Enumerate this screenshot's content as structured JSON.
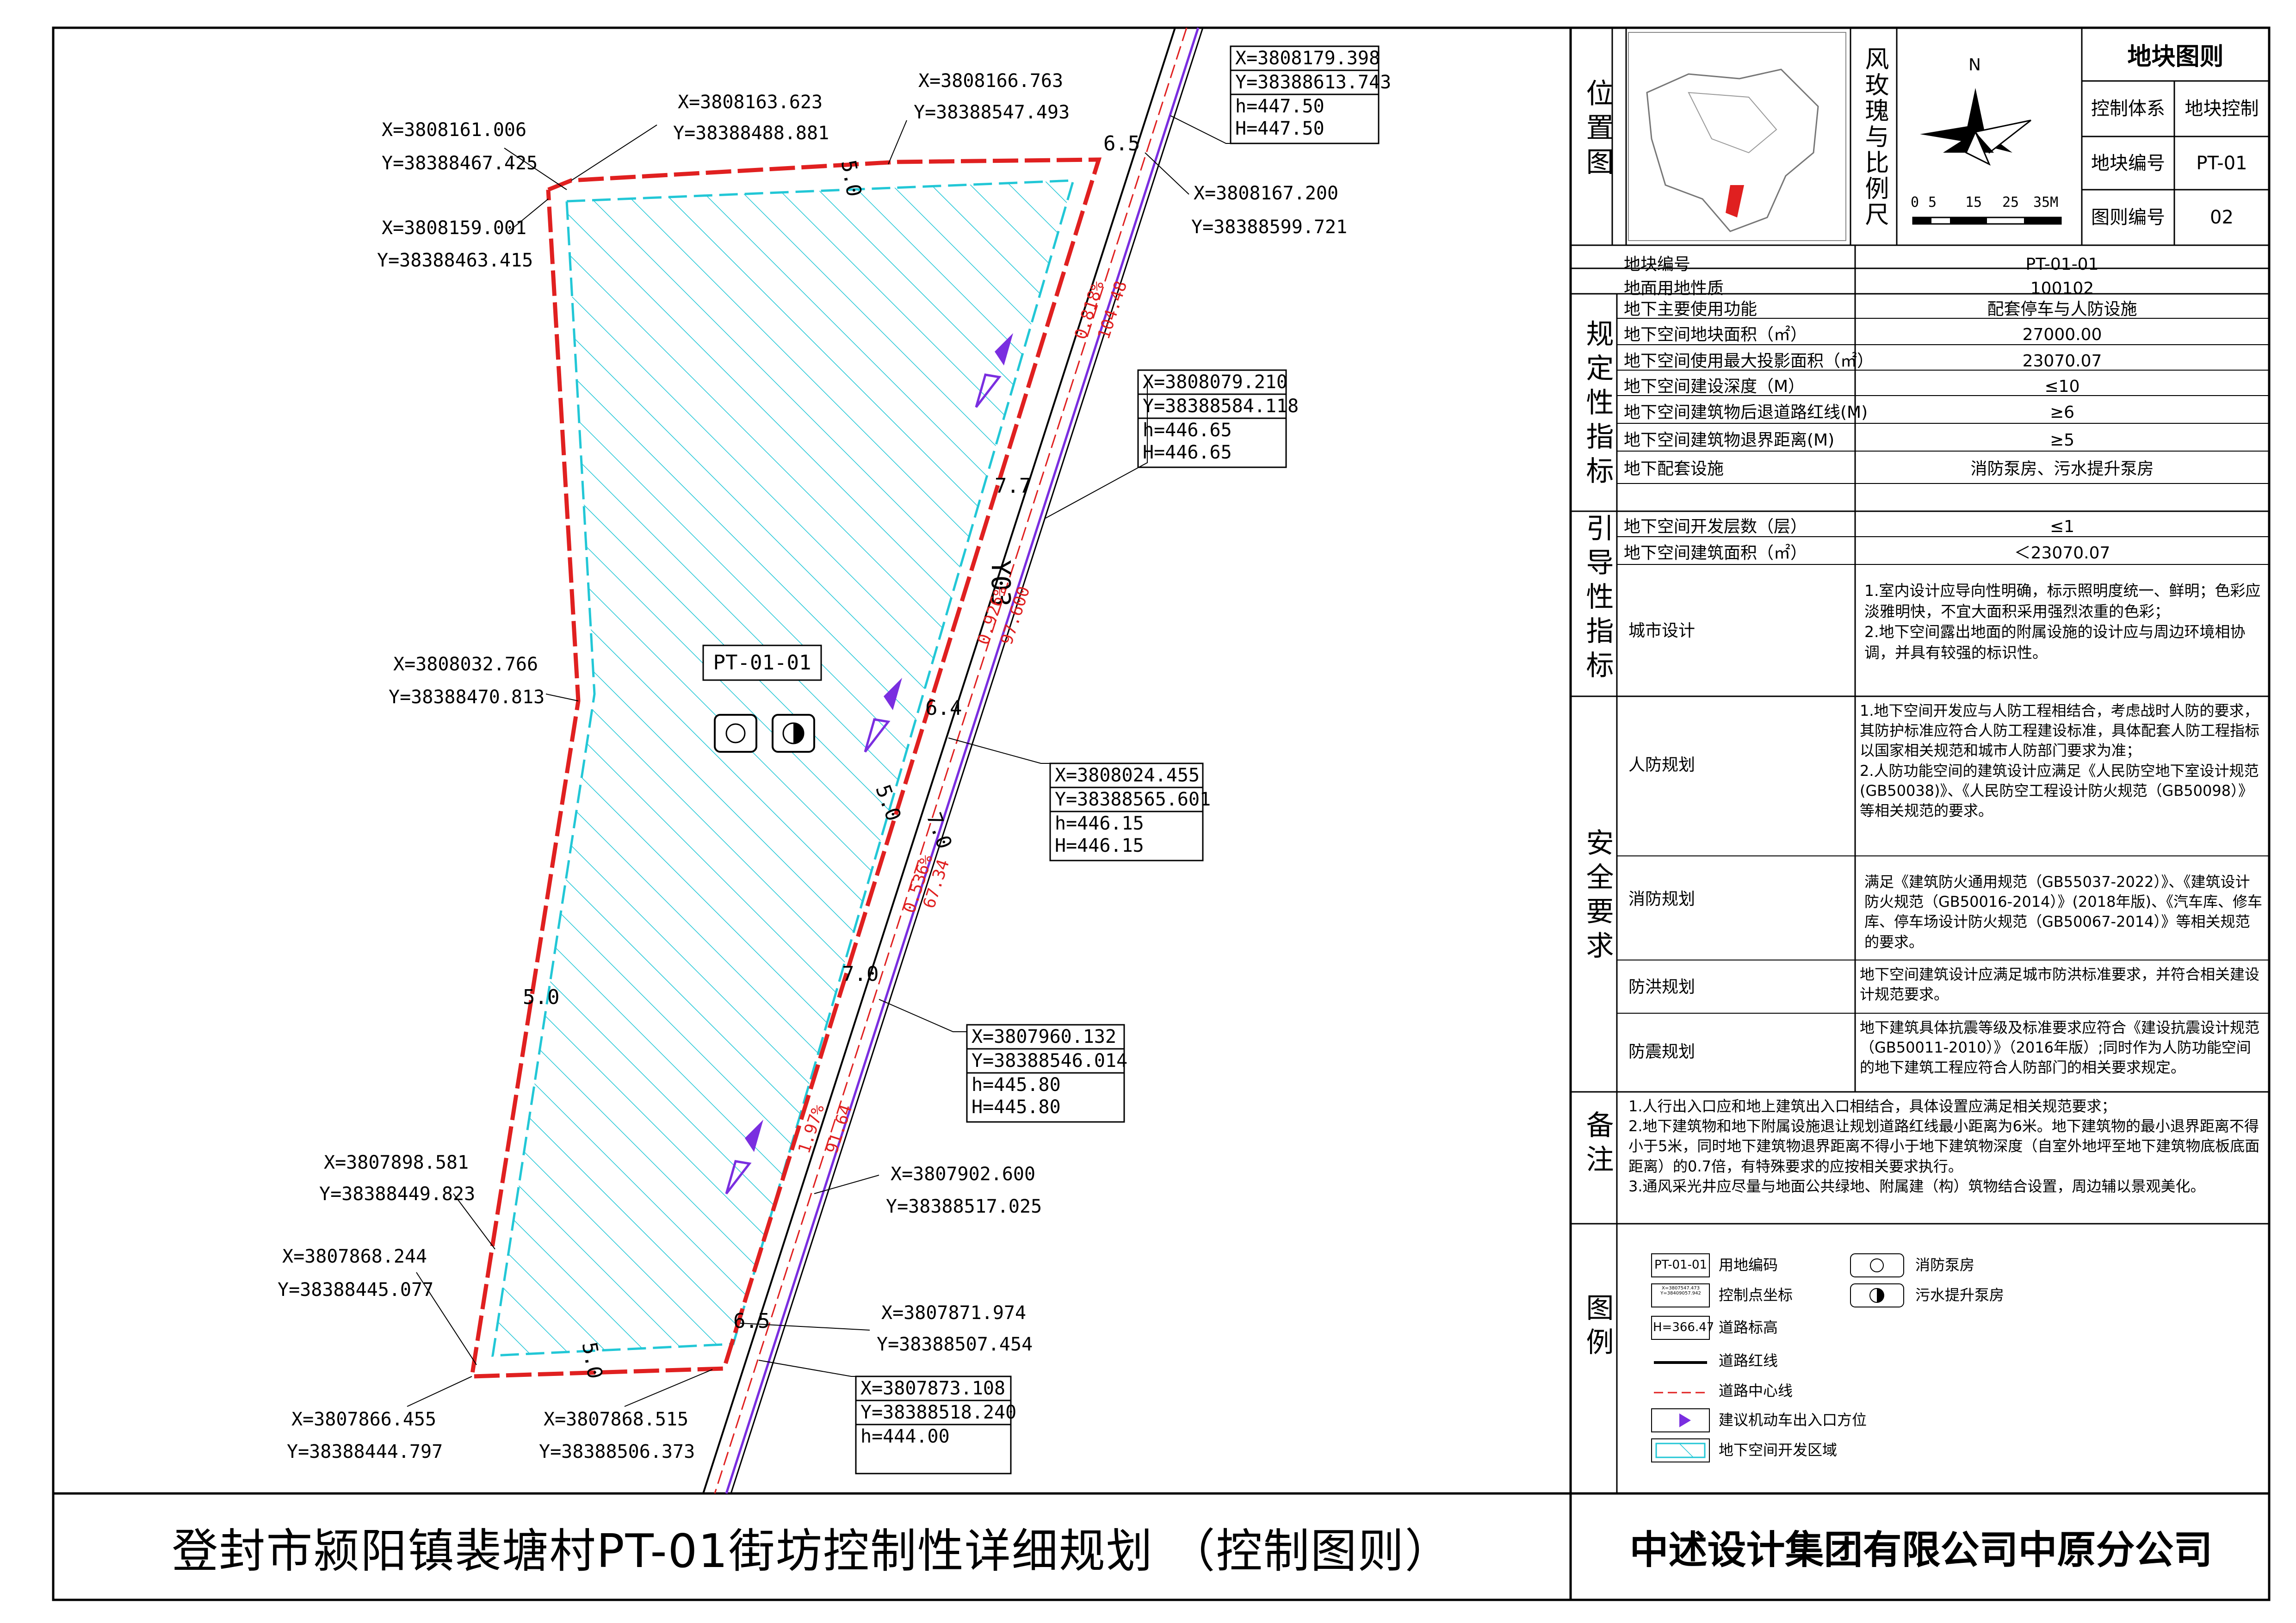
{
  "title": "登封市颍阳镇裴塘村PT-01街坊控制性详细规划 （控制图则）",
  "company": "中述设计集团有限公司中原分公司",
  "header": {
    "location_label": "位置图",
    "compass_label": "风玫瑰与比例尺",
    "north": "N",
    "scale": [
      "0",
      "5",
      "15",
      "25",
      "35M"
    ],
    "rules_title": "地块图则",
    "rows": [
      {
        "k": "控制体系",
        "v": "地块控制"
      },
      {
        "k": "地块编号",
        "v": "PT-01"
      },
      {
        "k": "图则编号",
        "v": "02"
      }
    ]
  },
  "basic": [
    {
      "k": "地块编号",
      "v": "PT-01-01"
    },
    {
      "k": "地面用地性质",
      "v": "100102"
    }
  ],
  "regulatory": {
    "label": "规定性指标",
    "rows": [
      {
        "k": "地下主要使用功能",
        "v": "配套停车与人防设施"
      },
      {
        "k": "地下空间地块面积（㎡）",
        "v": "27000.00"
      },
      {
        "k": "地下空间使用最大投影面积（㎡）",
        "v": "23070.07"
      },
      {
        "k": "地下空间建设深度（M）",
        "v": "≤10"
      },
      {
        "k": "地下空间建筑物后退道路红线(M)",
        "v": "≥6"
      },
      {
        "k": "地下空间建筑物退界距离(M)",
        "v": "≥5"
      },
      {
        "k": "地下配套设施",
        "v": "消防泵房、污水提升泵房"
      }
    ]
  },
  "guiding": {
    "label": "引导性指标",
    "rows": [
      {
        "k": "地下空间开发层数（层）",
        "v": "≤1"
      },
      {
        "k": "地下空间建筑面积（㎡）",
        "v": "＜23070.07"
      }
    ],
    "city_design_label": "城市设计",
    "city_design_text": "1.室内设计应导向性明确，标示照明度统一、鲜明；色彩应淡雅明快，不宜大面积采用强烈浓重的色彩；\n2.地下空间露出地面的附属设施的设计应与周边环境相协调，并具有较强的标识性。"
  },
  "safety": {
    "label": "安全要求",
    "rows": [
      {
        "k": "人防规划",
        "v": "1.地下空间开发应与人防工程相结合，考虑战时人防的要求，其防护标准应符合人防工程建设标准，具体配套人防工程指标以国家相关规范和城市人防部门要求为准；\n2.人防功能空间的建筑设计应满足《人民防空地下室设计规范(GB50038)》、《人民防空工程设计防火规范（GB50098）》等相关规范的要求。"
      },
      {
        "k": "消防规划",
        "v": "满足《建筑防火通用规范（GB55037-2022）》、《建筑设计防火规范（GB50016-2014）》(2018年版)、《汽车库、修车库、停车场设计防火规范（GB50067-2014）》等相关规范的要求。"
      },
      {
        "k": "防洪规划",
        "v": "地下空间建筑设计应满足城市防洪标准要求，并符合相关建设计规范要求。"
      },
      {
        "k": "防震规划",
        "v": "地下建筑具体抗震等级及标准要求应符合《建设抗震设计规范（GB50011-2010）》（2016年版）;同时作为人防功能空间的地下建筑工程应符合人防部门的相关要求规定。"
      }
    ]
  },
  "notes": {
    "label": "备注",
    "text": "1.人行出入口应和地上建筑出入口相结合，具体设置应满足相关规范要求；\n2.地下建筑物和地下附属设施退让规划道路红线最小距离为6米。地下建筑物的最小退界距离不得小于5米，同时地下建筑物退界距离不得小于地下建筑物深度（自室外地坪至地下建筑物底板底面距离）的0.7倍，有特殊要求的应按相关要求执行。\n3.通风采光井应尽量与地面公共绿地、附属建（构）筑物结合设置，周边辅以景观美化。"
  },
  "legend": {
    "label": "图例",
    "items": [
      {
        "sym": "PT-01-01",
        "text": "用地编码"
      },
      {
        "sym": "X=3807547.473 Y=38409057.942",
        "text": "控制点坐标"
      },
      {
        "sym": "H=366.47",
        "text": "道路标高"
      },
      {
        "sym": "",
        "text": "道路红线"
      },
      {
        "sym": "",
        "text": "道路中心线"
      },
      {
        "sym": "",
        "text": "建议机动车出入口方位"
      },
      {
        "sym": "",
        "text": "地下空间开发区域"
      }
    ],
    "right_items": [
      {
        "text": "消防泵房"
      },
      {
        "text": "污水提升泵房"
      }
    ]
  },
  "map": {
    "parcel_code": "PT-01-01",
    "coords": [
      {
        "x": "X=3808161.006",
        "y": "Y=38388467.425"
      },
      {
        "x": "X=3808163.623",
        "y": "Y=38388488.881"
      },
      {
        "x": "X=3808166.763",
        "y": "Y=38388547.493"
      },
      {
        "x": "X=3808159.001",
        "y": "Y=38388463.415"
      },
      {
        "x": "X=3808167.200",
        "y": "Y=38388599.721"
      },
      {
        "x": "X=3808032.766",
        "y": "Y=38388470.813"
      },
      {
        "x": "X=3807898.581",
        "y": "Y=38388449.823"
      },
      {
        "x": "X=3807868.244",
        "y": "Y=38388445.077"
      },
      {
        "x": "X=3807902.600",
        "y": "Y=38388517.025"
      },
      {
        "x": "X=3807871.974",
        "y": "Y=38388507.454"
      },
      {
        "x": "X=3807866.455",
        "y": "Y=38388444.797"
      },
      {
        "x": "X=3807868.515",
        "y": "Y=38388506.373"
      }
    ],
    "boxes": [
      {
        "x": "X=3808179.398",
        "y": "Y=38388613.743",
        "h": "h=447.50",
        "H": "H=447.50"
      },
      {
        "x": "X=3808079.210",
        "y": "Y=38388584.118",
        "h": "h=446.65",
        "H": "H=446.65"
      },
      {
        "x": "X=3808024.455",
        "y": "Y=38388565.601",
        "h": "h=446.15",
        "H": "H=446.15"
      },
      {
        "x": "X=3807960.132",
        "y": "Y=38388546.014",
        "h": "h=445.80",
        "H": "H=445.80"
      },
      {
        "x": "X=3807873.108",
        "y": "Y=38388518.240",
        "h": "h=444.00",
        "H": ""
      }
    ],
    "dims": [
      "6.5",
      "5.0",
      "7.7",
      "6.4",
      "5.0",
      "7.0",
      "7.0",
      "5.0",
      "6.5",
      "5.0"
    ],
    "road_label": "Y03",
    "slopes": [
      "0.818%",
      "104.48",
      "0.926%",
      "97.600",
      "0.536%",
      "67.34",
      "1.97%",
      "91.64"
    ]
  }
}
